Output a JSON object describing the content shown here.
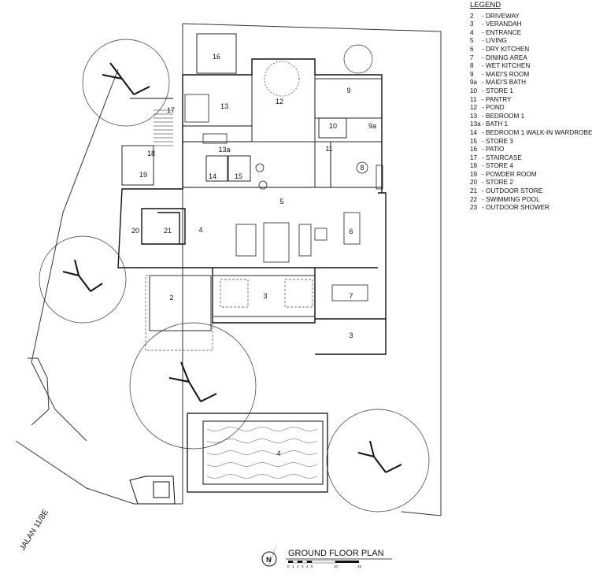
{
  "legend": {
    "title": "LEGEND",
    "items": [
      {
        "num": "2",
        "label": "- DRIVEWAY"
      },
      {
        "num": "3",
        "label": "- VERANDAH"
      },
      {
        "num": "4",
        "label": "- ENTRANCE"
      },
      {
        "num": "5",
        "label": "- LIVING"
      },
      {
        "num": "6",
        "label": "- DRY KITCHEN"
      },
      {
        "num": "7",
        "label": "- DINING AREA"
      },
      {
        "num": "8",
        "label": "- WET KITCHEN"
      },
      {
        "num": "9",
        "label": "- MAID'S ROOM"
      },
      {
        "num": "9a",
        "label": "- MAID'S BATH"
      },
      {
        "num": "10",
        "label": "- STORE 1"
      },
      {
        "num": "11",
        "label": "- PANTRY"
      },
      {
        "num": "12",
        "label": "- POND"
      },
      {
        "num": "13",
        "label": "- BEDROOM 1"
      },
      {
        "num": "13a",
        "label": "- BATH 1"
      },
      {
        "num": "14",
        "label": "- BEDROOM 1 WALK-IN WARDROBE"
      },
      {
        "num": "15",
        "label": "- STORE 3"
      },
      {
        "num": "16",
        "label": "- PATIO"
      },
      {
        "num": "17",
        "label": "- STAIRCASE"
      },
      {
        "num": "18",
        "label": "- STORE 4"
      },
      {
        "num": "19",
        "label": "- POWDER ROOM"
      },
      {
        "num": "20",
        "label": "- STORE 2"
      },
      {
        "num": "21",
        "label": "- OUTDOOR STORE"
      },
      {
        "num": "22",
        "label": "- SWIMMING POOL"
      },
      {
        "num": "23",
        "label": "- OUTDOOR SHOWER"
      }
    ]
  },
  "rooms": {
    "r16": "16",
    "r13": "13",
    "r12": "12",
    "r9": "9",
    "r17": "17",
    "r10": "10",
    "r9a": "9a",
    "r13a": "13a",
    "r11": "11",
    "r18": "18",
    "r19": "19",
    "r14": "14",
    "r15": "15",
    "r8": "8",
    "r5": "5",
    "r20": "20",
    "r21": "21",
    "r4": "4",
    "r6": "6",
    "r2": "2",
    "r3a": "3",
    "r7": "7",
    "r3b": "3",
    "r4pool": "4"
  },
  "street_name": "JALAN 11/8E",
  "drawing_title": "GROUND FLOOR PLAN",
  "north_mark": "N",
  "scale_ticks": [
    "0",
    "1",
    "2",
    "3",
    "4",
    "5",
    "10",
    "15"
  ]
}
